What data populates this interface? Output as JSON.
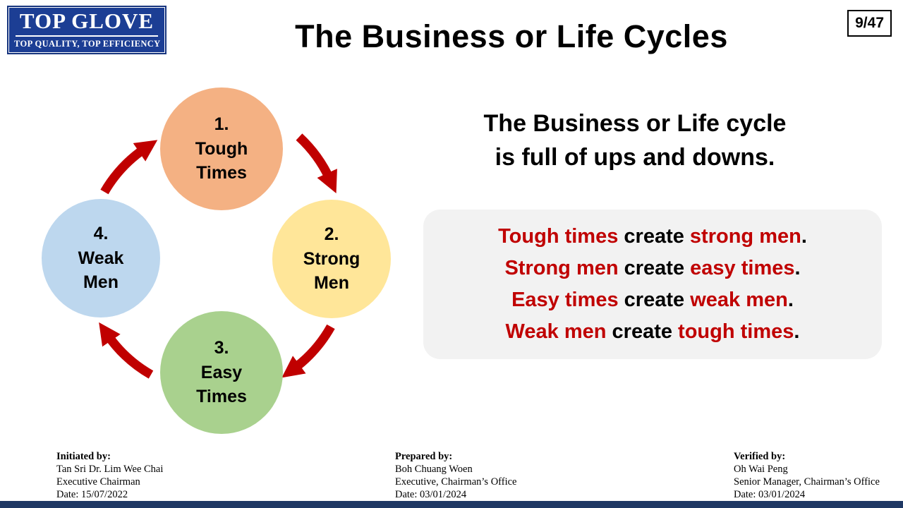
{
  "slide": {
    "title": "The Business or Life Cycles",
    "page_number": "9/47"
  },
  "logo": {
    "name": "TOP GLOVE",
    "tagline": "TOP QUALITY, TOP EFFICIENCY"
  },
  "cycle": {
    "nodes": [
      {
        "number": "1.",
        "line1": "Tough",
        "line2": "Times",
        "color": "#F4B183"
      },
      {
        "number": "2.",
        "line1": "Strong",
        "line2": "Men",
        "color": "#FFE699"
      },
      {
        "number": "3.",
        "line1": "Easy",
        "line2": "Times",
        "color": "#A9D18E"
      },
      {
        "number": "4.",
        "line1": "Weak",
        "line2": "Men",
        "color": "#BDD7EE"
      }
    ],
    "arrow_color": "#C00000",
    "direction": "clockwise"
  },
  "message": {
    "heading_line1": "The Business or Life cycle",
    "heading_line2": "is full of ups and downs.",
    "quotes": [
      {
        "red1": "Tough times",
        "mid": " create ",
        "red2": "strong men",
        "end": "."
      },
      {
        "red1": "Strong men",
        "mid": " create ",
        "red2": "easy times",
        "end": "."
      },
      {
        "red1": "Easy times",
        "mid": " create ",
        "red2": "weak men",
        "end": "."
      },
      {
        "red1": "Weak men",
        "mid": " create ",
        "red2": "tough times",
        "end": "."
      }
    ]
  },
  "footer": {
    "columns": [
      {
        "label": "Initiated by:",
        "lines": [
          "Tan Sri Dr. Lim Wee Chai",
          "Executive Chairman",
          "Date: 15/07/2022"
        ]
      },
      {
        "label": "Prepared by:",
        "lines": [
          "Boh Chuang Woen",
          "Executive, Chairman’s Office",
          "Date: 03/01/2024"
        ]
      },
      {
        "label": "Verified by:",
        "lines": [
          "Oh Wai Peng",
          "Senior Manager, Chairman’s Office",
          "Date: 03/01/2024"
        ]
      }
    ]
  },
  "colors": {
    "accent_red": "#C00000",
    "brand_blue": "#1C3E94",
    "quote_box_bg": "#F2F2F2",
    "bottom_bar": "#1F3864"
  }
}
